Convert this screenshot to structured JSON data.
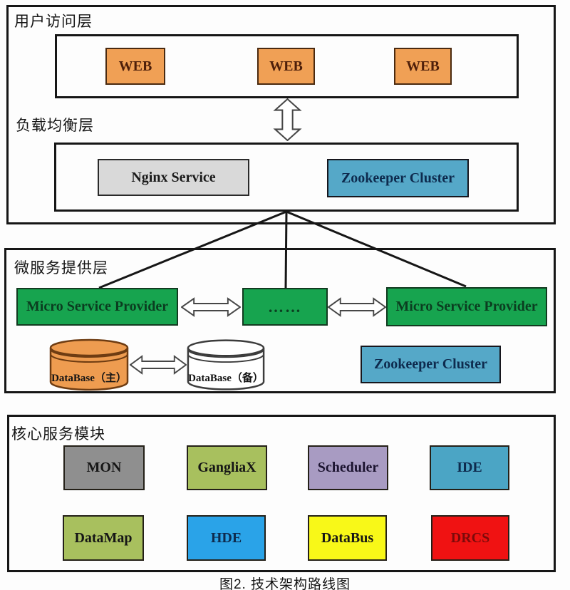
{
  "diagram_title": "技术架构路线图",
  "caption": "图2. 技术架构路线图",
  "colors": {
    "web_orange": "#f0a055",
    "nginx_gray": "#d9d9d9",
    "zookeeper_blue": "#55a8c8",
    "provider_green": "#17a44f",
    "database_primary_orange": "#ee9c50",
    "database_backup_white": "#ffffff",
    "mon_gray": "#8f8f8f",
    "olive_green": "#a8c05e",
    "scheduler_lavender": "#a89bc2",
    "ide_teal": "#4ba5c5",
    "hde_blue": "#2aa3e8",
    "databus_yellow": "#f8f818",
    "drcs_red": "#f01212"
  },
  "layers": {
    "user_access": {
      "label": "用户访问层",
      "web_boxes": [
        {
          "label": "WEB"
        },
        {
          "label": "WEB"
        },
        {
          "label": "WEB"
        }
      ]
    },
    "load_balance": {
      "label": "负载均衡层",
      "nginx_label": "Nginx Service",
      "zookeeper_label": "Zookeeper Cluster"
    },
    "micro_service": {
      "label": "微服务提供层",
      "provider_left": "Micro Service Provider",
      "provider_middle": "……",
      "provider_right": "Micro Service Provider",
      "database_primary": "DataBase（主）",
      "database_backup": "DataBase（备）",
      "zookeeper_label": "Zookeeper Cluster"
    },
    "core_modules": {
      "label": "核心服务模块",
      "modules": [
        {
          "label": "MON",
          "bg": "#8f8f8f",
          "fg": "#161616"
        },
        {
          "label": "GangliaX",
          "bg": "#a8c05e",
          "fg": "#161616"
        },
        {
          "label": "Scheduler",
          "bg": "#a89bc2",
          "fg": "#1c1430"
        },
        {
          "label": "IDE",
          "bg": "#4ba5c5",
          "fg": "#0e2b4e"
        },
        {
          "label": "DataMap",
          "bg": "#a8c05e",
          "fg": "#161616"
        },
        {
          "label": "HDE",
          "bg": "#2aa3e8",
          "fg": "#0e2b4e"
        },
        {
          "label": "DataBus",
          "bg": "#f8f818",
          "fg": "#161616"
        },
        {
          "label": "DRCS",
          "bg": "#f01212",
          "fg": "#7c0a0a"
        }
      ]
    }
  }
}
